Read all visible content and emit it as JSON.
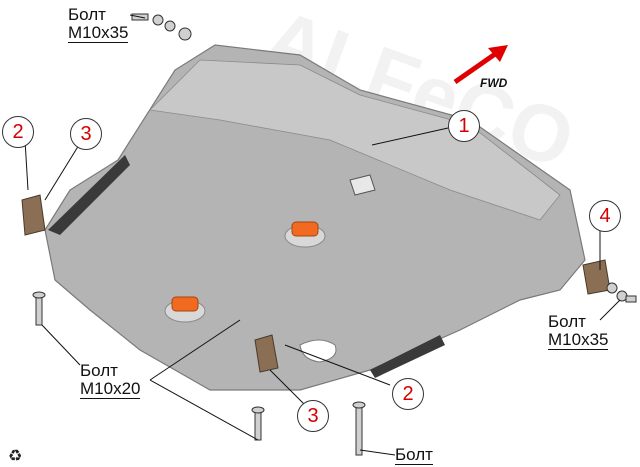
{
  "labels": {
    "bolt_top": {
      "line1": "Болт",
      "line2": "M10x35"
    },
    "bolt_right": {
      "line1": "Болт",
      "line2": "M10x35"
    },
    "bolt_left_bottom": {
      "line1": "Болт",
      "line2": "M10x20"
    },
    "bolt_bottom": {
      "line1": "Болт"
    }
  },
  "callouts": {
    "c1": "1",
    "c2_left": "2",
    "c3_left": "3",
    "c4": "4",
    "c2_bottom": "2",
    "c3_bottom": "3"
  },
  "direction": {
    "text": "FWD",
    "arrow_color": "#e00000"
  },
  "colors": {
    "plate": "#b4b4b4",
    "plate_edge": "#7a7a7a",
    "bracket": "#8a6f55",
    "callout_text": "#d40000",
    "accent_pad": "#f26a21"
  },
  "watermark": {
    "text": "ALFeCO"
  },
  "icons": {
    "bottom_left": "recycle-glyph-icon"
  }
}
